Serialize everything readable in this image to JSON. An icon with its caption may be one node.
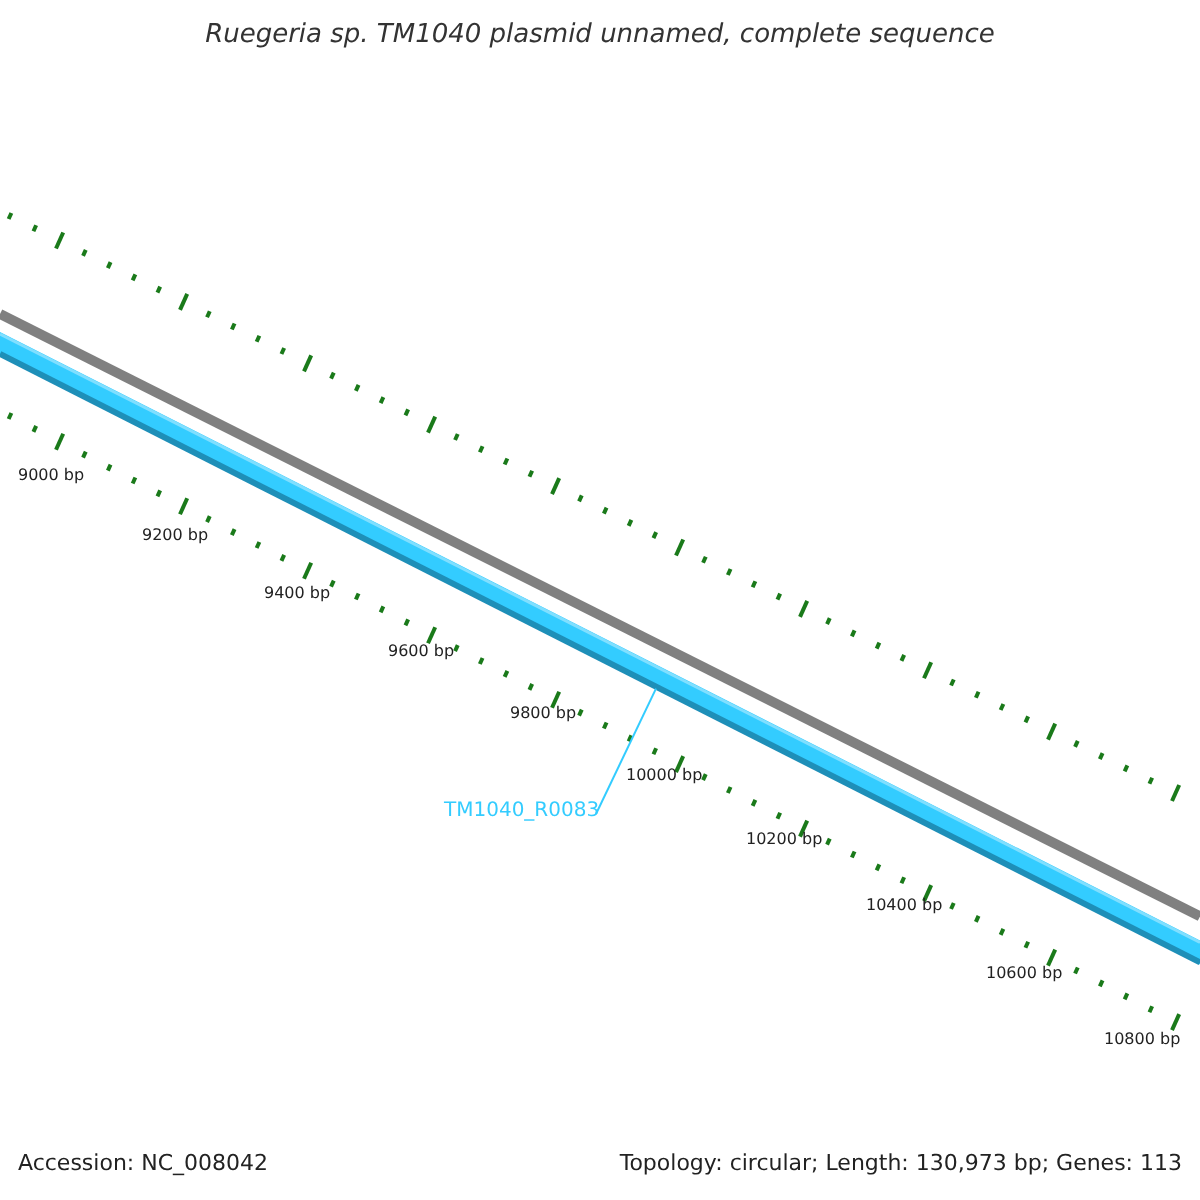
{
  "diagram": {
    "title": "Ruegeria sp. TM1040 plasmid unnamed, complete sequence",
    "nodes": [
      {
        "text": [
          "TM1040_R0083"
        ]
      },
      {
        "text": [],
        "shape": "bar"
      }
    ],
    "edges": [
      {
        "from": 0,
        "to": 1,
        "arrow": "none"
      }
    ],
    "labels": [
      "9000 bp",
      "9200 bp",
      "9400 bp",
      "9600 bp",
      "9800 bp",
      "10000 bp",
      "10200 bp",
      "10400 bp",
      "10600 bp",
      "10800 bp",
      "Accession: NC_008042",
      "Topology: circular; Length: 130,973 bp; Genes: 113"
    ]
  }
}
